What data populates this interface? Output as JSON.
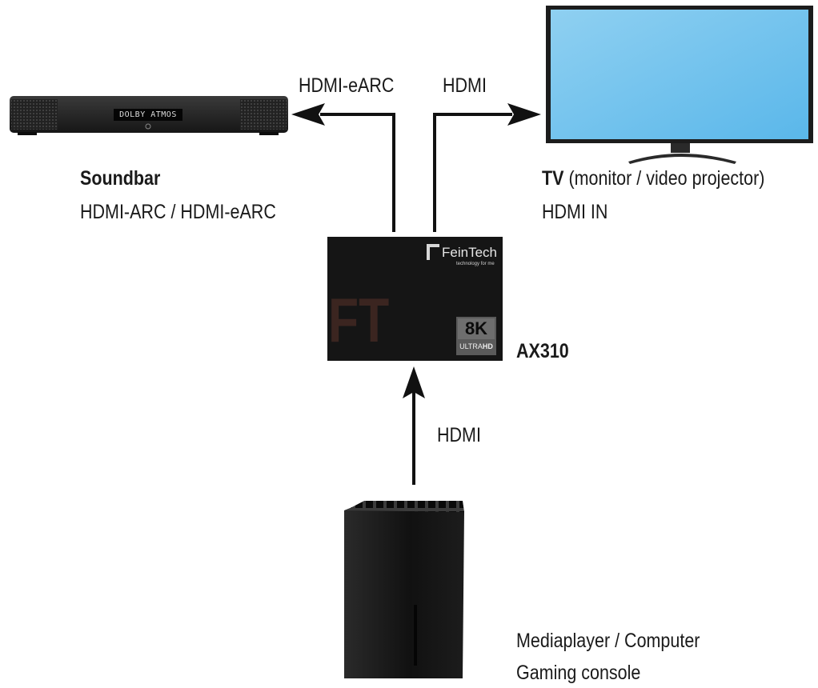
{
  "soundbar": {
    "title": "Soundbar",
    "subtitle": "HDMI-ARC / HDMI-eARC",
    "display_text": "DOLBY ATMOS"
  },
  "tv": {
    "title": "TV",
    "title_rest": " (monitor / video projector)",
    "subtitle": "HDMI IN"
  },
  "converter": {
    "model": "AX310",
    "brand": "FeinTech",
    "tagline": "technology for me",
    "badge_main": "8K",
    "badge_ultra": "ULTRA",
    "badge_hd": "HD",
    "watermark": "FT"
  },
  "source": {
    "line1": "Mediaplayer / Computer",
    "line2": "Gaming console"
  },
  "connections": {
    "to_soundbar": "HDMI-eARC",
    "to_tv": "HDMI",
    "from_source": "HDMI"
  },
  "colors": {
    "arrow": "#111111",
    "device": "#141414",
    "screen": "#6ec4ee"
  }
}
